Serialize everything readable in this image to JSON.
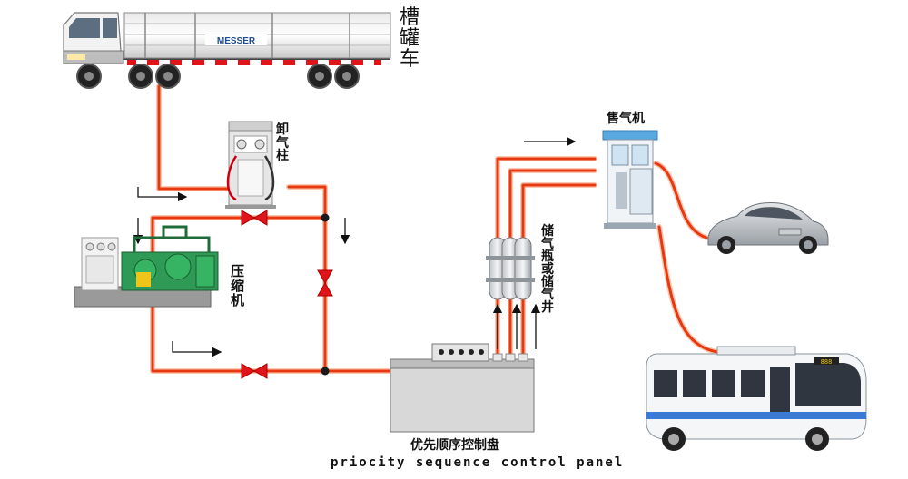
{
  "labels": {
    "truck": [
      "槽",
      "罐",
      "车"
    ],
    "dispenser_post": [
      "卸",
      "气",
      "柱"
    ],
    "compressor": [
      "压",
      "缩",
      "机"
    ],
    "storage": [
      "储",
      "气",
      "瓶",
      "或",
      "储",
      "气",
      "井"
    ],
    "sales_dispenser": "售气机",
    "control_panel_cn": "优先顺序控制盘",
    "control_panel_en": "priocity sequence control panel",
    "tanker_brand": "MESSER",
    "bus_number": "888"
  },
  "colors": {
    "pipe": "#e8380f",
    "pipe_glow": "#f6a37f",
    "valve": "#e0141b",
    "node": "#1a1a1a",
    "arrow": "#111111"
  },
  "icons": [
    "tanker-truck-icon",
    "unloading-post-icon",
    "compressor-icon",
    "storage-cylinders-icon",
    "control-panel-icon",
    "gas-dispenser-icon",
    "car-icon",
    "bus-icon"
  ]
}
